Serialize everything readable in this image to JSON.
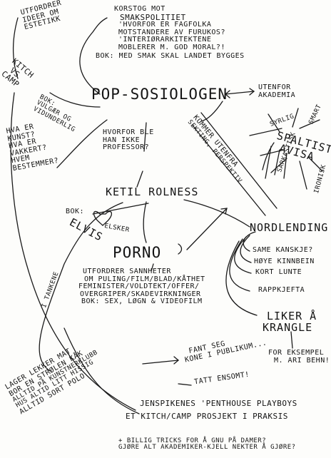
{
  "center": "KETIL ROLNESS",
  "pop_sosiologen": "POP-SOSIOLOGEN",
  "porno": "PORNO",
  "professor_q": [
    "HVORFOR BLE",
    "HAN IKKE",
    "PROFESSOR?"
  ],
  "korstog": [
    "KORSTOG MOT",
    "SMAKSPOLITIET",
    "'HVORFOR ER FAGFOLKA",
    "MOTSTANDERE AV FURUKOS?",
    "'INTERIØRARKITEKTENE",
    "MOBLERER M. GOD MORAL?!",
    "BOK: MED SMAK SKAL LANDET BYGGES"
  ],
  "utfordrer_estetikk": [
    "UTFORDRER",
    "IDEER OM",
    "ESTETIKK"
  ],
  "kitch_vs_camp": [
    "KITCH",
    "VS",
    "CAMP"
  ],
  "bok_vulgaer": [
    "BOK:",
    "VULGÆR OG",
    "VIDUNDERLIG"
  ],
  "kunst_questions": [
    "HVA ER",
    "KUNST?",
    "HVA ER",
    "VAKKERT?",
    "HVEM",
    "BESTEMMER?"
  ],
  "utenfor_akademia": [
    "UTENFOR",
    "AKADEMIA"
  ],
  "kommer_utenfra": [
    "KOMMER UTENFRA",
    "SEKTING, PERSPEKTIV"
  ],
  "spaltist": [
    "SPALTIST",
    "AVISA"
  ],
  "burst_words": [
    "SYRLIG",
    "SMART",
    "SARKASTISK",
    "IRONISK"
  ],
  "nordlending": "NORDLENDING",
  "nordlending_items": [
    "SAME KANSKJE?",
    "HØYE KINNBEIN",
    "KORT LUNTE",
    "RAPPKJEFTA"
  ],
  "liker_krangle": [
    "LIKER Å",
    "KRANGLE"
  ],
  "eksempel": [
    "FOR EKSEMPEL",
    "M. ARI BEHN!"
  ],
  "bok_elvis": [
    "BOK:",
    "ELVIS"
  ],
  "elsker": "ELSKER",
  "i_tankene": "I TANKENE",
  "porno_text": [
    "UTFORDRER SANNHETER",
    "OM PULING/FILM/BLAD/KÅTHET",
    "FEMINISTER/VOLDTEKT/OFFER/",
    "OVERGRIPER/SKADEVIRKNINGER",
    "BOK: SEX, LØGN & VIDEOFILM"
  ],
  "lager_mat": [
    "LAGER LEKKER MAT",
    "BOR EN STRØLEN KÅK",
    "ALLTID PÅ KUNSTNERKLUBB",
    "HUS ALTID LITT HISSIG",
    "ALLTID SORT POLO"
  ],
  "fant_kone": [
    "FANT SEG",
    "KONE I PUBLIKUM..."
  ],
  "tatt_ensomt": "TATT ENSOMT!",
  "jenspikenes": [
    "JENSPIKENES 'PENTHOUSE PLAYBOYS",
    "ET KITCH/CAMP PROSJEKT I PRAKSIS"
  ],
  "billig": [
    "+ BILLIG TRICKS FOR Å GNU PÅ DAMER?",
    "GJØRE ALT AKADEMIKER-KJELL NEKTER Å GJØRE?"
  ]
}
